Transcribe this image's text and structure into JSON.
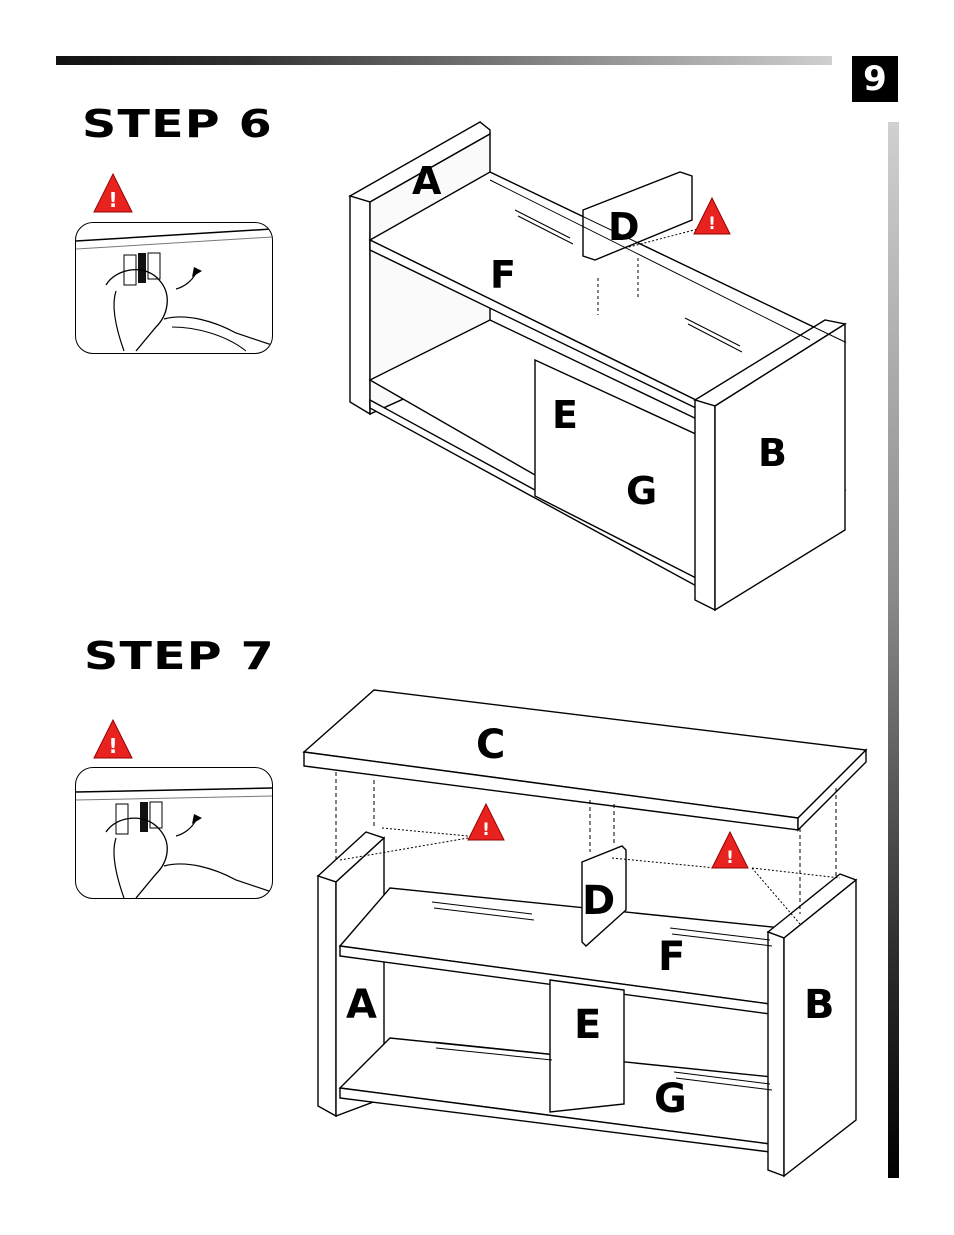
{
  "page_number": "9",
  "step6": {
    "title": "STEP 6",
    "labels": {
      "a": "A",
      "b": "B",
      "d": "D",
      "e": "E",
      "f": "F",
      "g": "G"
    }
  },
  "step7": {
    "title": "STEP 7",
    "labels": {
      "a": "A",
      "b": "B",
      "c": "C",
      "d": "D",
      "e": "E",
      "f": "F",
      "g": "G"
    }
  },
  "warning_symbol": "!",
  "colors": {
    "warning_red": "#e8231f",
    "line": "#000000"
  }
}
